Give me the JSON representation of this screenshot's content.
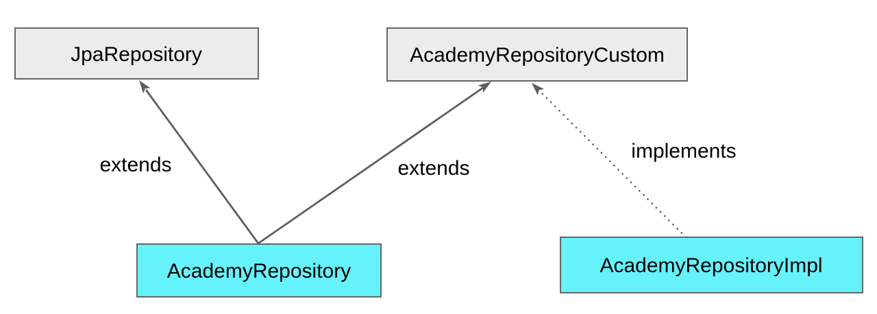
{
  "colors": {
    "background": "#ffffff",
    "interface_fill": "#ececec",
    "highlight_fill": "#66f2fa",
    "node_border": "#666666",
    "edge_line": "#5e5e5e",
    "label_text": "#000000"
  },
  "nodes": [
    {
      "label": "JpaRepository",
      "fill": "#ececec"
    },
    {
      "label": "AcademyRepositoryCustom",
      "fill": "#ececec"
    },
    {
      "label": "AcademyRepository",
      "fill": "#66f2fa"
    },
    {
      "label": "AcademyRepositoryImpl",
      "fill": "#66f2fa"
    }
  ],
  "edges": [
    {
      "label": "extends",
      "from": "AcademyRepository",
      "to": "JpaRepository",
      "style": "solid"
    },
    {
      "label": "extends",
      "from": "AcademyRepository",
      "to": "AcademyRepositoryCustom",
      "style": "solid"
    },
    {
      "label": "implements",
      "from": "AcademyRepositoryImpl",
      "to": "AcademyRepositoryCustom",
      "style": "dotted"
    }
  ]
}
